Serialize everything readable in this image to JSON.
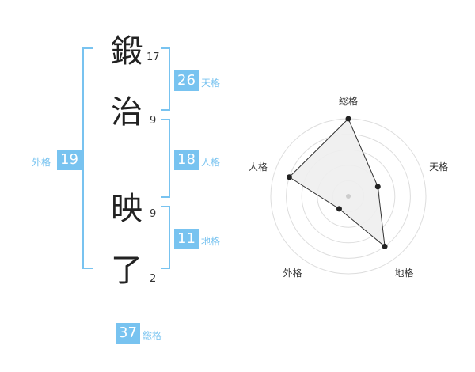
{
  "characters": [
    {
      "char": "鍛",
      "strokes": "17"
    },
    {
      "char": "治",
      "strokes": "9"
    },
    {
      "char": "映",
      "strokes": "9"
    },
    {
      "char": "了",
      "strokes": "2"
    }
  ],
  "fortunes": {
    "tenkaku": {
      "value": "26",
      "label": "天格"
    },
    "jinkaku": {
      "value": "18",
      "label": "人格"
    },
    "chikaku": {
      "value": "11",
      "label": "地格"
    },
    "gaikaku": {
      "value": "19",
      "label": "外格"
    },
    "soukaku": {
      "value": "37",
      "label": "総格"
    }
  },
  "colors": {
    "accent": "#78c3f0",
    "polygon_fill": "#eeeeee",
    "grid": "#dddddd"
  },
  "chart_data": {
    "type": "radar",
    "axes": [
      "総格",
      "天格",
      "地格",
      "外格",
      "人格"
    ],
    "values": [
      5,
      2,
      4,
      1,
      4
    ],
    "max": 5,
    "rings": 5
  }
}
